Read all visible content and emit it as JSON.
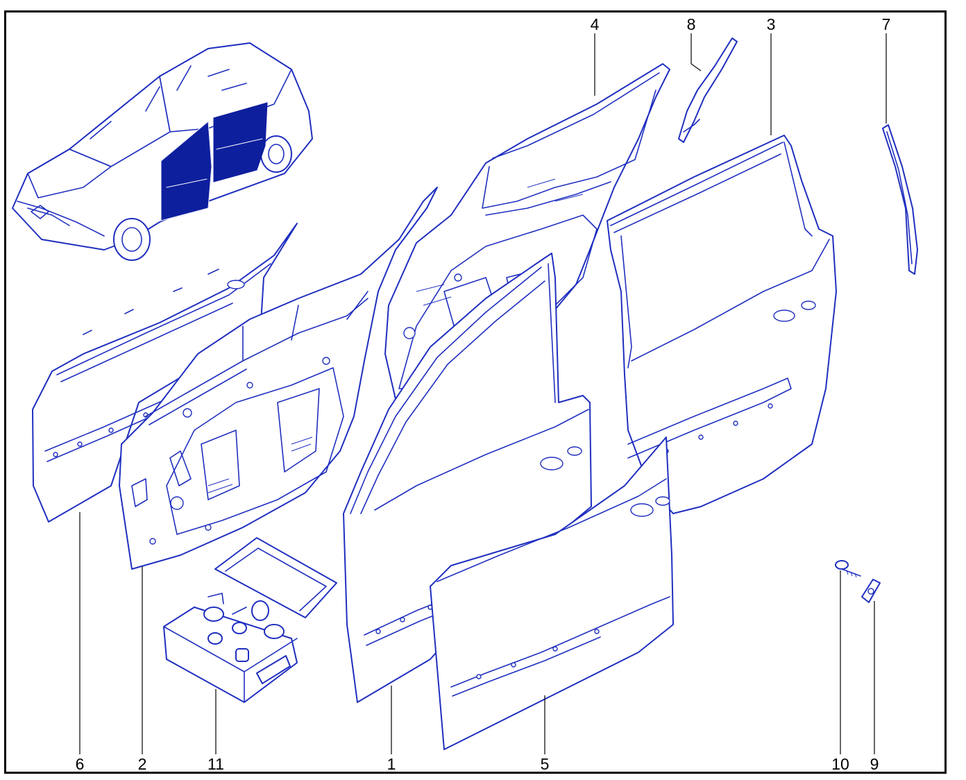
{
  "diagram": {
    "line_color": "#1f2fbf",
    "highlight_color": "#0e1f9e",
    "frame_color": "#000000",
    "callouts": [
      {
        "id": "c4",
        "label": "4"
      },
      {
        "id": "c8",
        "label": "8"
      },
      {
        "id": "c3",
        "label": "3"
      },
      {
        "id": "c7",
        "label": "7"
      },
      {
        "id": "c6",
        "label": "6"
      },
      {
        "id": "c2",
        "label": "2"
      },
      {
        "id": "c11",
        "label": "11"
      },
      {
        "id": "c1",
        "label": "1"
      },
      {
        "id": "c5",
        "label": "5"
      },
      {
        "id": "c10",
        "label": "10"
      },
      {
        "id": "c9",
        "label": "9"
      }
    ]
  }
}
